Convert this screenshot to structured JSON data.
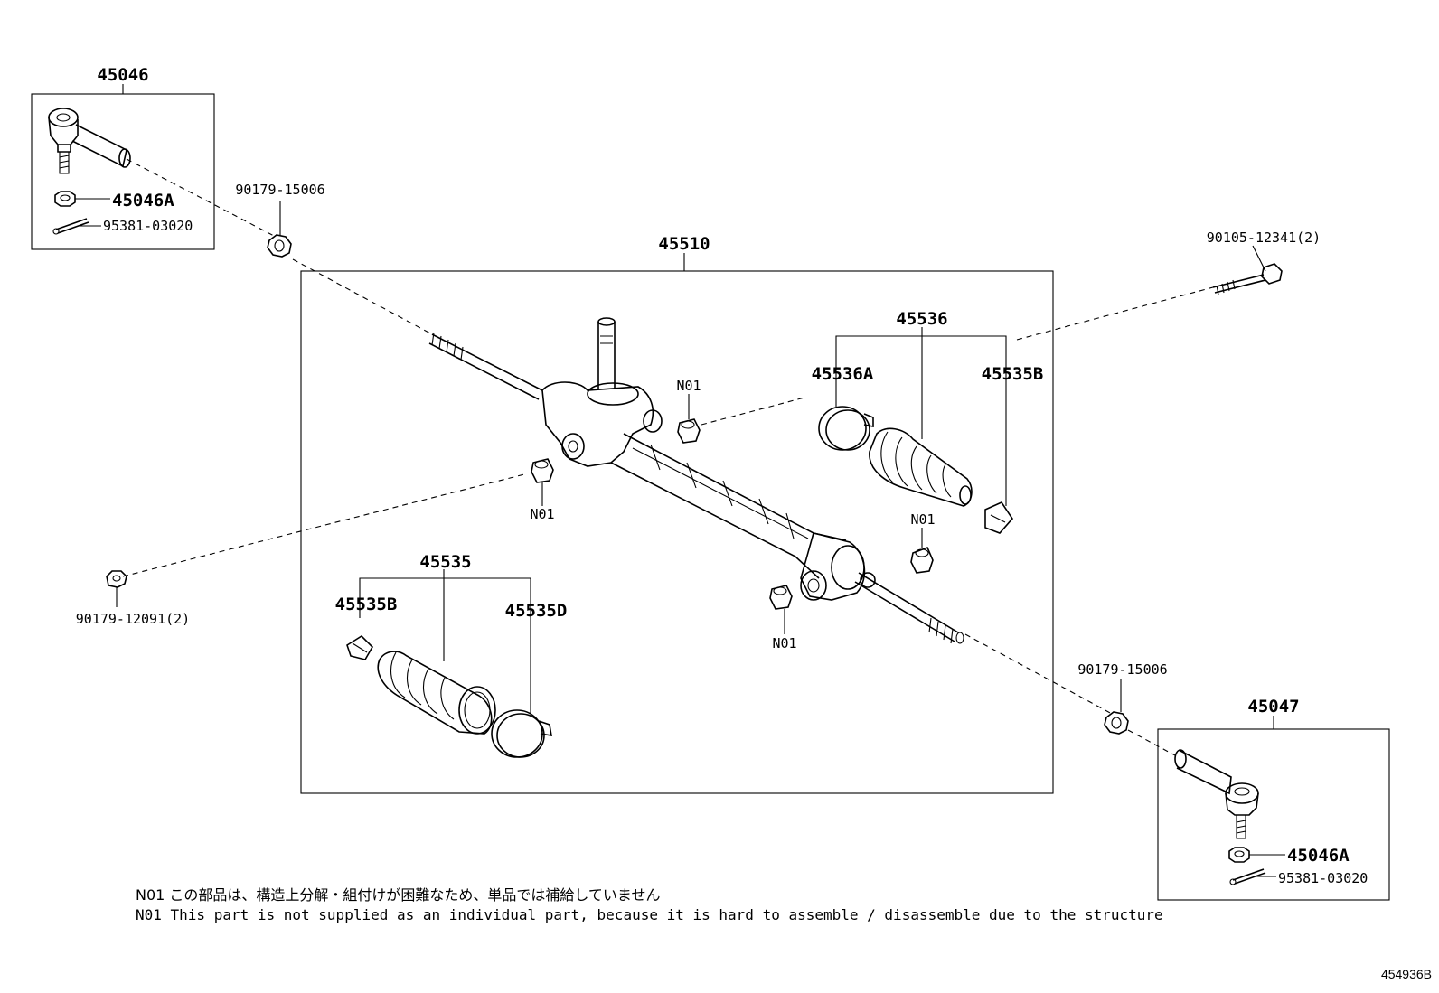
{
  "labels": {
    "tie_rod_end_lh": "45046",
    "tie_rod_end_rh": "45047",
    "nut_lh": "45046A",
    "nut_rh": "45046A",
    "cotter_pin_lh": "95381-03020",
    "cotter_pin_rh": "95381-03020",
    "lock_nut_lh": "90179-15006",
    "lock_nut_rh": "90179-15006",
    "gear_assembly": "45510",
    "boot_kit_rh": "45536",
    "clamp_rh": "45536A",
    "clip_rh": "45535B",
    "boot_kit_lh": "45535",
    "clip_lh": "45535B",
    "clamp_lh": "45535D",
    "bolt": "90105-12341(2)",
    "mount_nut": "90179-12091(2)",
    "n01_a": "N01",
    "n01_b": "N01",
    "n01_c": "N01",
    "n01_d": "N01"
  },
  "notes": {
    "jp": "N01 この部品は、構造上分解・組付けが困難なため、単品では補給していません",
    "en": "N01 This part is not supplied as an individual part, because it is hard to assemble / disassemble due to the structure"
  },
  "illustration_id": "454936B"
}
